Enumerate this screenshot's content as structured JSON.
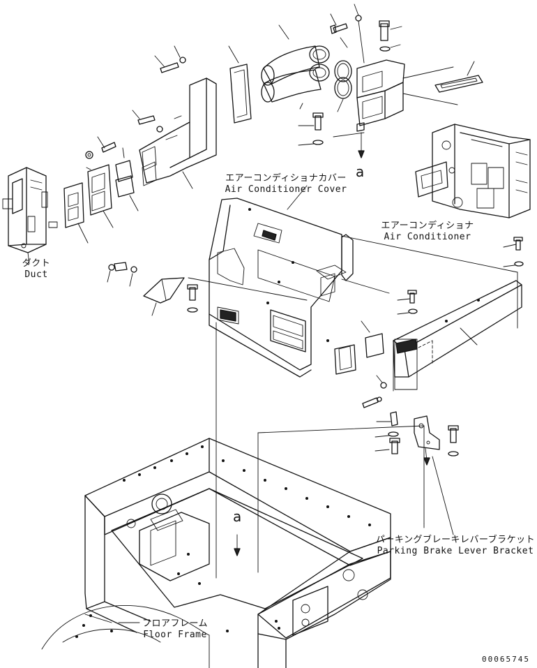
{
  "labels": {
    "duct_jp": "ダクト",
    "duct_en": "Duct",
    "cover_jp": "エアーコンディショナカバー",
    "cover_en": "Air Conditioner Cover",
    "ac_jp": "エアーコンディショナ",
    "ac_en": "Air Conditioner",
    "bracket_jp": "パーキングブレーキレバーブラケット",
    "bracket_en": "Parking Brake Lever Bracket",
    "floor_jp": "フロアフレーム",
    "floor_en": "Floor Frame"
  },
  "reference_marks": {
    "a_upper": "a",
    "a_lower": "a"
  },
  "drawing_code": "00065745"
}
